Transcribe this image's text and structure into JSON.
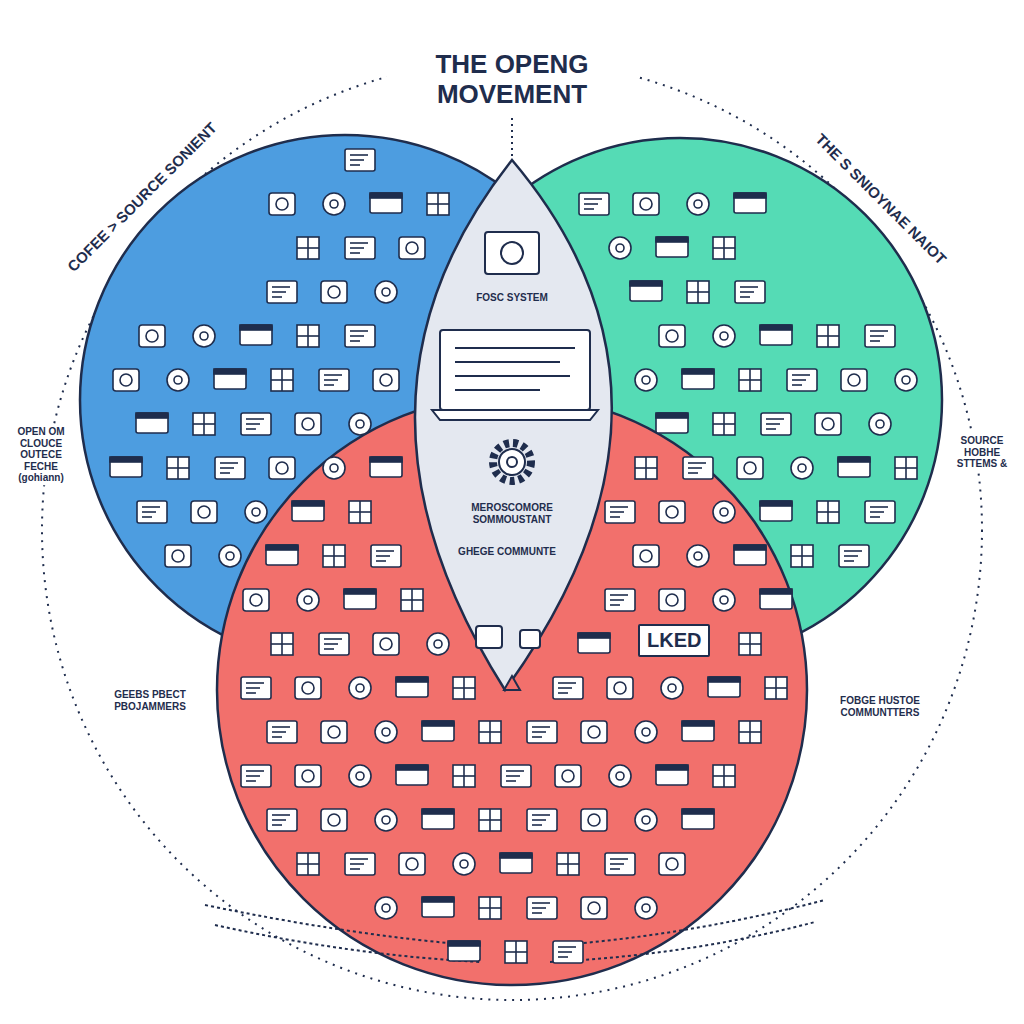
{
  "diagram": {
    "title": "THE OPENG MOVEMENT",
    "nodes": [
      {
        "text": [
          "COFEE > SOURCE SONIENT"
        ]
      },
      {
        "text": [
          "THE S SNIOYNAE NAIOT"
        ]
      },
      {
        "text": [
          "FOSC SYSTEM",
          "MEROSCOMORE SOMMOUSTANT",
          "GHEGE COMMUNTE"
        ]
      },
      {
        "text": [
          "LKED"
        ]
      }
    ],
    "labels": [
      "OPEN OM CLOUCE OUTECE FECHE (gohiann)",
      "GEEBS PBECT PBOJAMMERS",
      "SOURCE HOBHE STTEMS &",
      "FOBGE HUSTOE COMMUNTTERS"
    ]
  }
}
